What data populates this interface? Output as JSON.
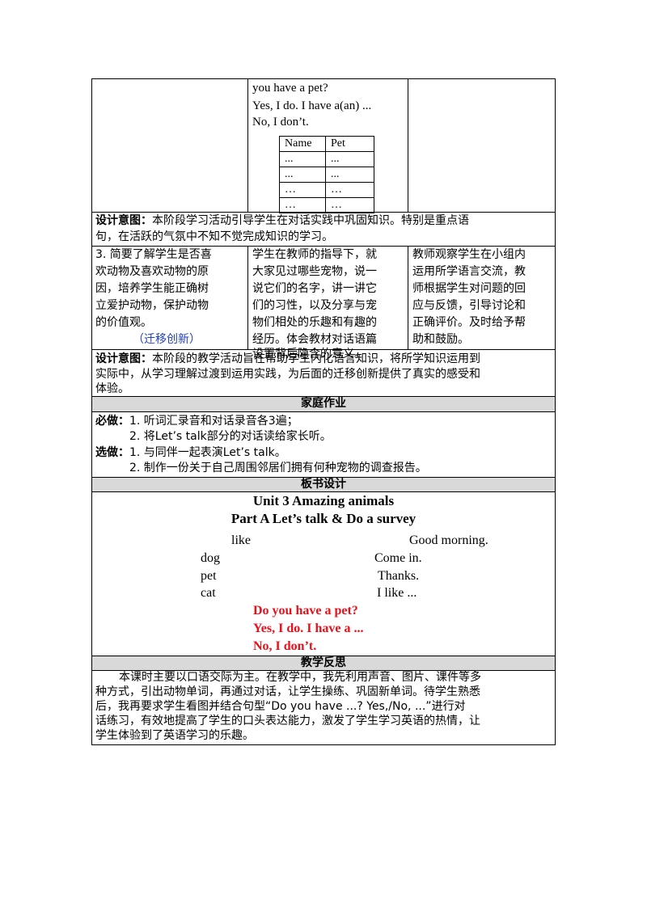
{
  "dialogue": {
    "line1": "you have a pet?",
    "line2": "Yes, I do. I have a(an) ...",
    "line3": "No, I don’t."
  },
  "pet_table": {
    "headers": [
      "Name",
      "Pet"
    ],
    "rows": [
      [
        "...",
        "..."
      ],
      [
        "...",
        "..."
      ],
      [
        "…",
        "…"
      ],
      [
        "…",
        "…"
      ]
    ]
  },
  "design1": {
    "label": "设计意图：",
    "text1": "本阶段学习活动引导学生在对话实践中巩固知识。特别是重点语",
    "text2": "句，在活跃的气氛中不知不觉完成知识的学习。"
  },
  "step3": {
    "col1": [
      "3. 简要了解学生是否喜",
      "欢动物及喜欢动物的原",
      "因，培养学生能正确树",
      "立爱护动物，保护动物",
      "的价值观。"
    ],
    "col1_tag": "（迁移创新）",
    "col2": [
      "学生在教师的指导下，就",
      "大家见过哪些宠物，说一",
      "说它们的名字，讲一讲它",
      "们的习性，以及分享与宠",
      "物们相处的乐趣和有趣的",
      "经历。体会教材对话语篇",
      "设置背后隐含的意义。"
    ],
    "col3": [
      "教师观察学生在小组内",
      "运用所学语言交流，教",
      "师根据学生对问题的回",
      "应与反馈，引导讨论和",
      "正确评价。及时给予帮",
      "助和鼓励。"
    ]
  },
  "design2": {
    "label": "设计意图：",
    "text1": "本阶段的教学活动旨在帮助学生内化语言知识，将所学知识运用到",
    "text2": "实际中，从学习理解过渡到运用实践，为后面的迁移创新提供了真实的感受和",
    "text3": "体验。"
  },
  "homework": {
    "title": "家庭作业",
    "required_label": "必做：",
    "required1": "1. 听词汇录音和对话录音各3遍；",
    "required2": "2. 将Let’s talk部分的对话读给家长听。",
    "optional_label": "选做：",
    "optional1": "1. 与同伴一起表演Let’s talk。",
    "optional2": "2. 制作一份关于自己周围邻居们拥有何种宠物的调查报告。"
  },
  "board": {
    "title": "板书设计",
    "heading1": "Unit 3 Amazing animals",
    "heading2": "Part A Let’s talk & Do a survey",
    "left_words": [
      "like",
      "dog",
      "pet",
      "cat"
    ],
    "right_phrases": [
      "Good morning.",
      "Come in.",
      "Thanks.",
      "I like ..."
    ],
    "key1": "Do you have a pet?",
    "key2": "Yes, I do. I have a ...",
    "key3": "No, I don’t."
  },
  "reflection": {
    "title": "教学反思",
    "lines": [
      "本课时主要以口语交际为主。在教学中，我先利用声音、图片、课件等多",
      "种方式，引出动物单词，再通过对话，让学生操练、巩固新单词。待学生熟悉",
      "后，我再要求学生看图并结合句型“Do you have ...? Yes,/No, ...”进行对",
      "话练习，有效地提高了学生的口头表达能力，激发了学生学习英语的热情，让",
      "学生体验到了英语学习的乐趣。"
    ]
  },
  "colors": {
    "red": "#e8101a",
    "blue": "#1f3fbf",
    "shade": "#d9d9d9"
  }
}
